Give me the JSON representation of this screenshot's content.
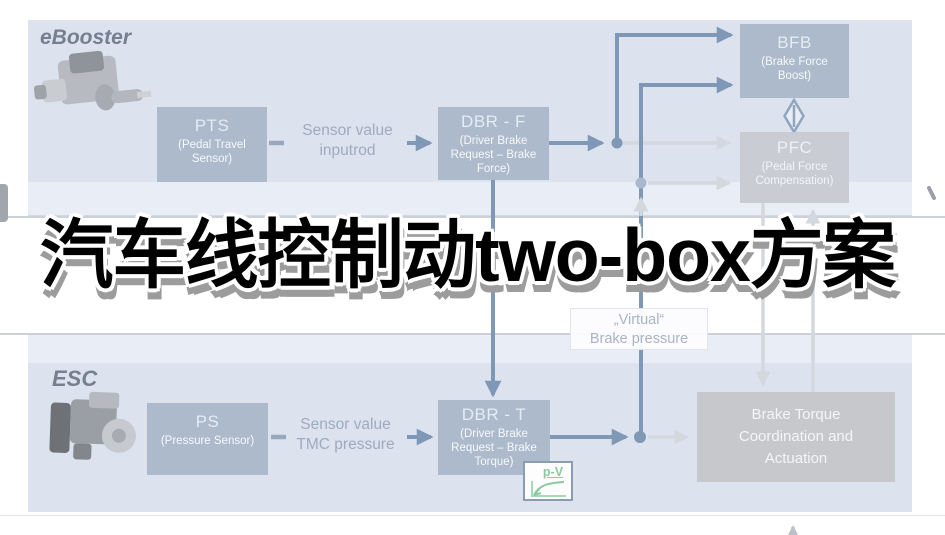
{
  "title_overlay": "汽车线控制动two-box方案",
  "sections": {
    "ebooster": {
      "label": "eBooster"
    },
    "esc": {
      "label": "ESC"
    }
  },
  "blocks": {
    "pts": {
      "title": "PTS",
      "subtitle": "(Pedal Travel Sensor)"
    },
    "dbr_f": {
      "title": "DBR - F",
      "subtitle": "(Driver Brake Request – Brake Force)"
    },
    "bfb": {
      "title": "BFB",
      "subtitle": "(Brake Force Boost)"
    },
    "pfc": {
      "title": "PFC",
      "subtitle": "(Pedal Force Compensation)"
    },
    "ps": {
      "title": "PS",
      "subtitle": "(Pressure Sensor)"
    },
    "dbr_t": {
      "title": "DBR - T",
      "subtitle": "(Driver Brake Request – Brake Torque)"
    },
    "brake_torque": {
      "title": "Brake Torque Coordination and Actuation"
    }
  },
  "flow_labels": {
    "sensor_inputrod": "Sensor value\ninputrod",
    "sensor_tmc": "Sensor value\nTMC pressure",
    "virtual_pressure": "„Virtual“\nBrake pressure"
  },
  "icons": {
    "pv_curve_label": "p-V"
  },
  "colors": {
    "panel_background": "#dce3ee",
    "block_blue": "#acbacc",
    "block_gray": "#c9ccd2",
    "arrow_dark": "#7e98b6",
    "arrow_light": "#d3d7de",
    "pv_green": "#8cc9a0",
    "overlay_text": "#000000",
    "overlay_shadow": "#9c9c9c"
  }
}
